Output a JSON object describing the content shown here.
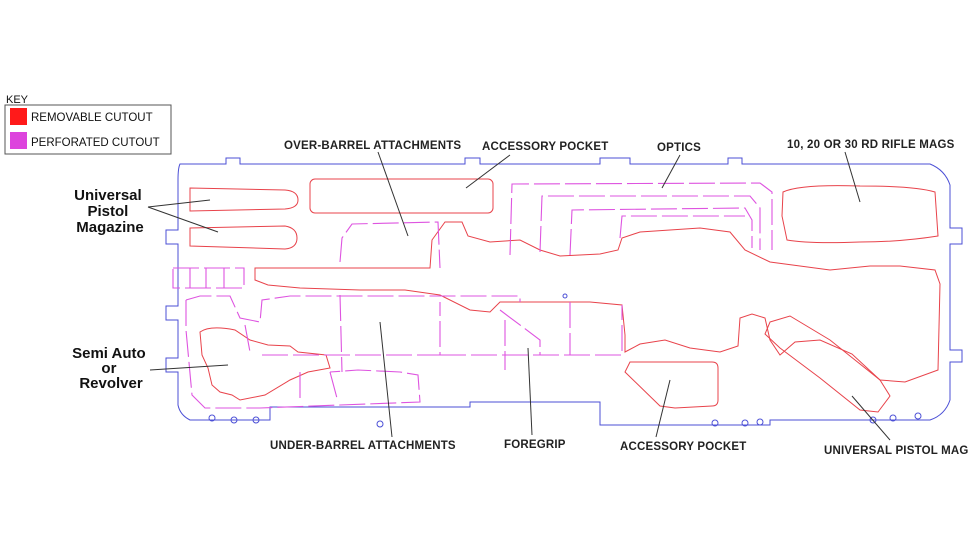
{
  "key": {
    "title": "KEY",
    "items": [
      {
        "label": "REMOVABLE CUTOUT",
        "color": "#ff1a1a"
      },
      {
        "label": "PERFORATED CUTOUT",
        "color": "#dd44dd"
      }
    ]
  },
  "labels": {
    "pistol_magazine": [
      "Universal",
      "Pistol",
      "Magazine"
    ],
    "semi_auto": [
      "Semi Auto",
      "or",
      "Revolver"
    ],
    "over_barrel": "OVER-BARREL ATTACHMENTS",
    "accessory_top": "ACCESSORY POCKET",
    "optics": "OPTICS",
    "rifle_mags": "10, 20 OR 30 RD RIFLE MAGS",
    "under_barrel": "UNDER-BARREL ATTACHMENTS",
    "foregrip": "FOREGRIP",
    "accessory_bottom": "ACCESSORY POCKET",
    "universal_pistol_mag": "UNIVERSAL PISTOL MAG"
  },
  "colors": {
    "case_outline": "#4b4fd6",
    "removable": "#e8434b",
    "perforated": "#de54e0"
  }
}
